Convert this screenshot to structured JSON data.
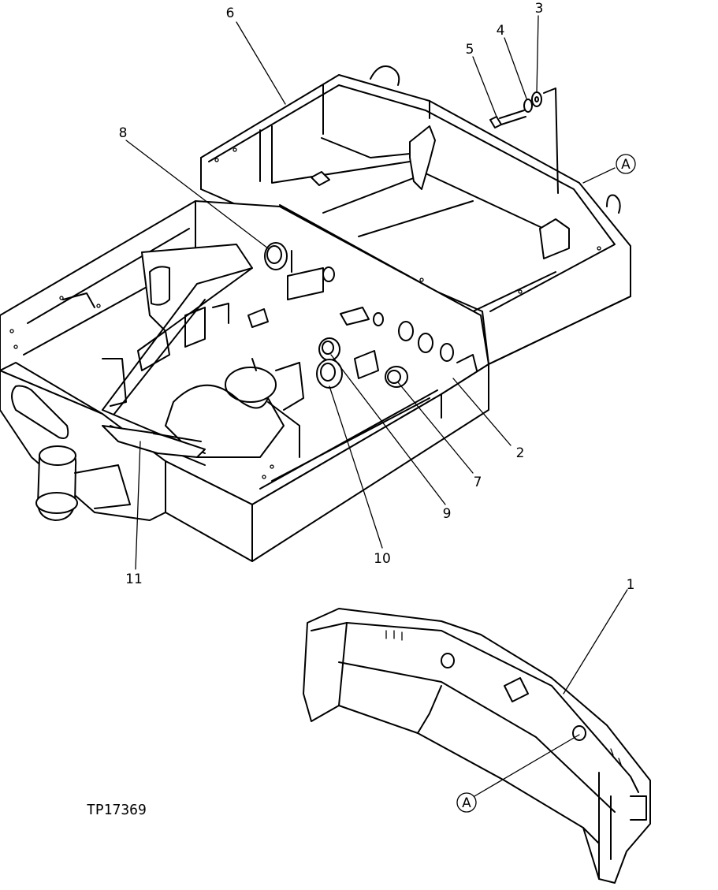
{
  "drawing_code": "TP17369",
  "callouts": [
    "1",
    "2",
    "3",
    "4",
    "5",
    "6",
    "7",
    "8",
    "9",
    "10",
    "11"
  ],
  "reference_mark": "A"
}
